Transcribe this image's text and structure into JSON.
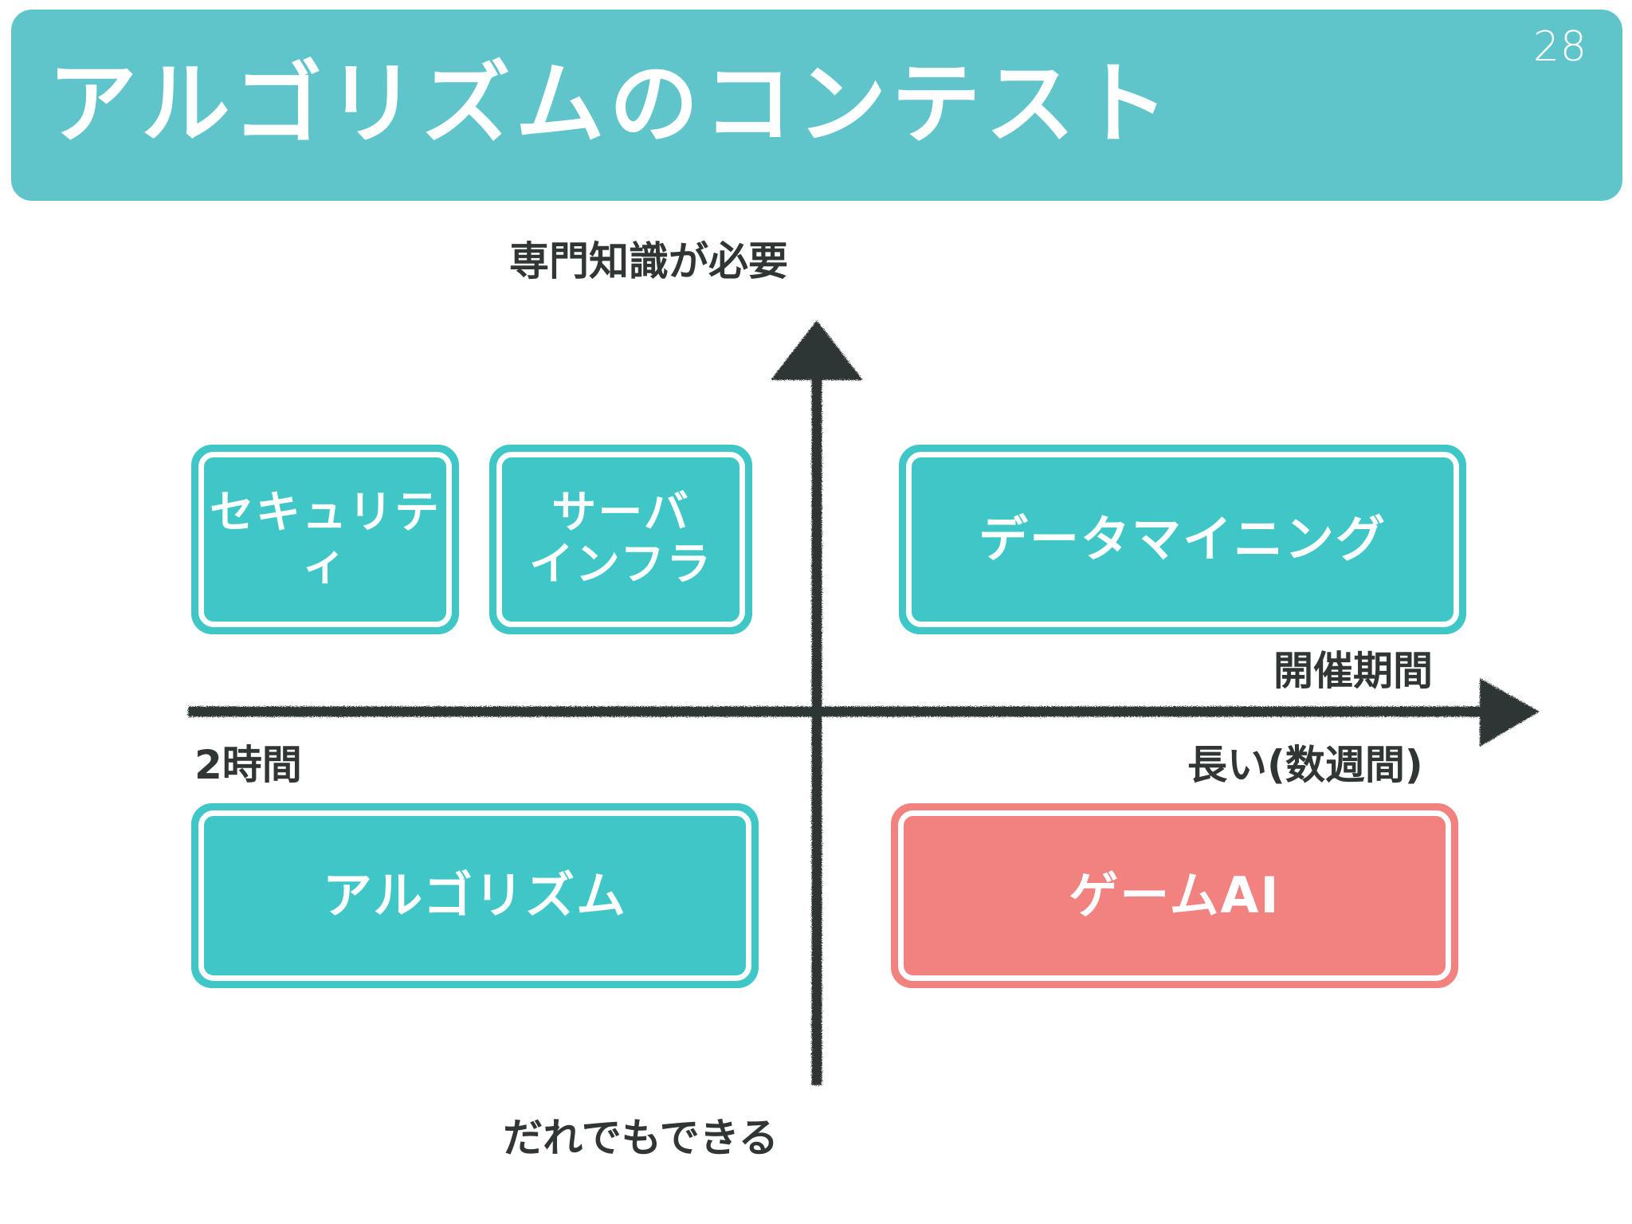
{
  "slide": {
    "page_number": "28",
    "title": "アルゴリズムのコンテスト",
    "background_color": "#FFFFFF",
    "title_bar_color": "#5FC5CA",
    "title_text_color": "#FFFFFF"
  },
  "chart_data": {
    "type": "scatter",
    "title": "アルゴリズムのコンテスト",
    "xlabel": "開催期間",
    "ylabel": "専門知識が必要",
    "axis_color": "#2F3634",
    "x_axis": {
      "name": "開催期間",
      "left_label": "2時間",
      "right_label": "長い(数週間)"
    },
    "y_axis": {
      "top_label": "専門知識が必要",
      "bottom_label": "だれでもできる"
    },
    "items": [
      {
        "label": "セキュリティ",
        "quadrant": "upper-left",
        "color": "#3FC6C7",
        "border_color": "#FFFFFF",
        "text_color": "#FFFFFF"
      },
      {
        "label": "サーバ\nインフラ",
        "quadrant": "upper-left",
        "color": "#3FC6C7",
        "border_color": "#FFFFFF",
        "text_color": "#FFFFFF"
      },
      {
        "label": "データマイニング",
        "quadrant": "upper-right",
        "color": "#3FC6C7",
        "border_color": "#FFFFFF",
        "text_color": "#FFFFFF"
      },
      {
        "label": "アルゴリズム",
        "quadrant": "lower-left",
        "color": "#3FC6C7",
        "border_color": "#FFFFFF",
        "text_color": "#FFFFFF"
      },
      {
        "label": "ゲームAI",
        "quadrant": "lower-right",
        "color": "#F2827F",
        "border_color": "#FFFFFF",
        "text_color": "#FFFFFF"
      }
    ],
    "grid": false,
    "legend": "none"
  },
  "boxes": {
    "security": "セキュリティ",
    "server_infra_line1": "サーバ",
    "server_infra_line2": "インフラ",
    "data_mining": "データマイニング",
    "algorithm": "アルゴリズム",
    "game_ai": "ゲームAI"
  },
  "axis_labels": {
    "top": "専門知識が必要",
    "bottom": "だれでもできる",
    "x_axis_name": "開催期間",
    "x_left": "2時間",
    "x_right": "長い(数週間)"
  }
}
